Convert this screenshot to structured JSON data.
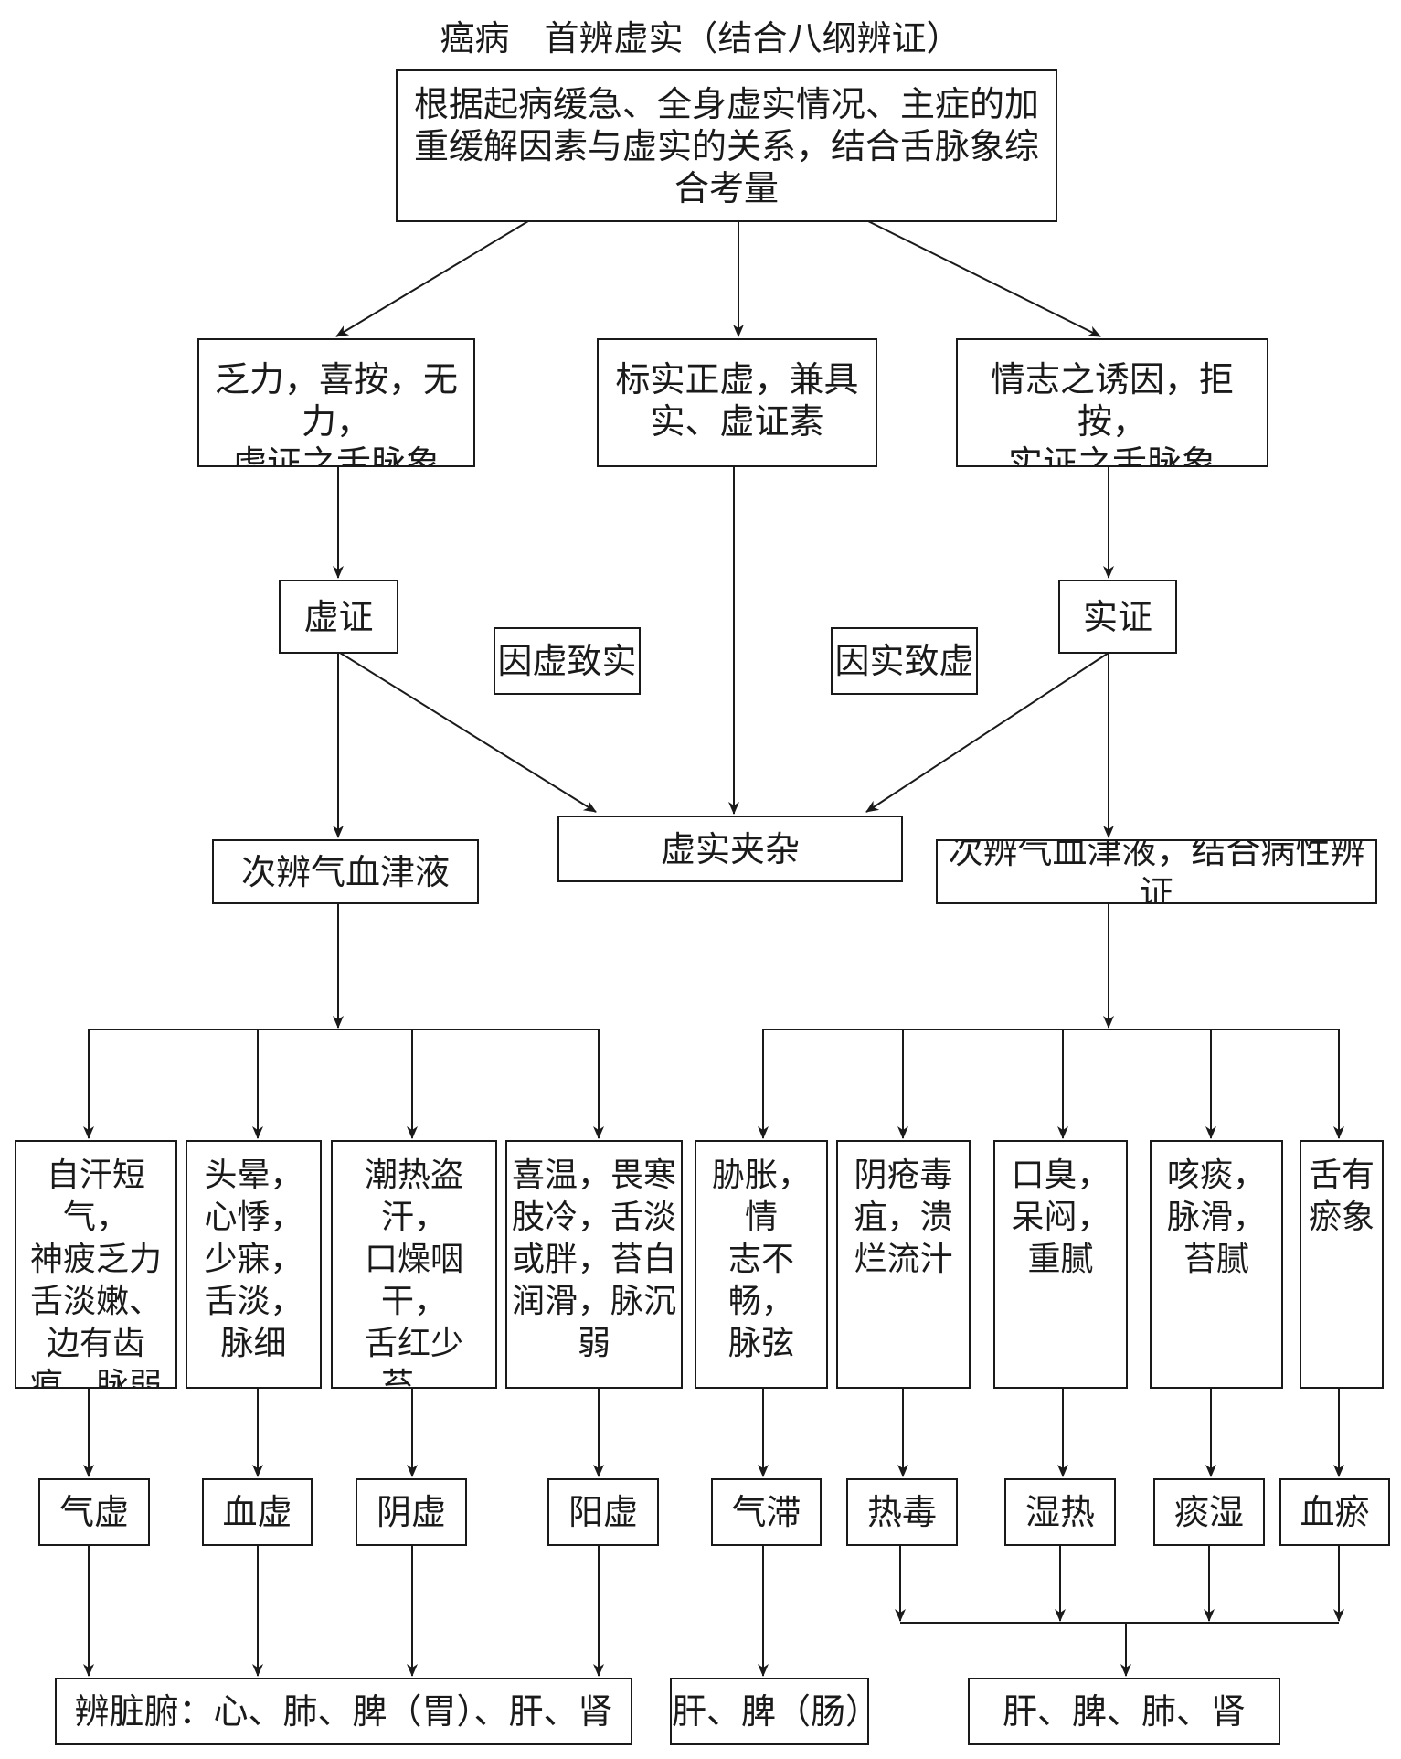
{
  "title": "癌病　首辨虚实（结合八纲辨证）",
  "nodes": {
    "root": "根据起病缓急、全身虚实情况、主症的加\n重缓解因素与虚实的关系，结合舌脉象综\n合考量",
    "xu_sign": "乏力，喜按，无力，\n虚证之舌脉象",
    "mixed_sign": "标实正虚，兼具\n实、虚证素",
    "shi_sign": "情志之诱因，拒按，\n实证之舌脉象",
    "xuzheng": "虚证",
    "shizheng": "实证",
    "yinxu_zhishi": "因虚致实",
    "yinshi_zhixu": "因实致虚",
    "xushi_jiaza": "虚实夹杂",
    "ciban_left": "次辨气血津液",
    "ciban_right": "次辨气血津液，结合病性辨证",
    "s1": "自汗短气，\n神疲乏力\n舌淡嫩、\n边有齿\n痕，脉弱",
    "s2": "头晕，\n心悸，\n少寐，\n舌淡，\n脉细",
    "s3": "潮热盗汗，\n口燥咽干，\n舌红少苔，\n脉细数",
    "s4": "喜温，畏寒\n肢冷，舌淡\n或胖，苔白\n润滑，脉沉\n弱",
    "s5": "胁胀，情\n志不畅，\n脉弦",
    "s6": "阴疮毒\n疽，溃\n烂流汁",
    "s7": "口臭，\n呆闷，\n重腻",
    "s8": "咳痰，\n脉滑，\n苔腻",
    "s9": "舌有\n瘀象",
    "d1": "气虚",
    "d2": "血虚",
    "d3": "阴虚",
    "d4": "阳虚",
    "d5": "气滞",
    "d6": "热毒",
    "d7": "湿热",
    "d8": "痰湿",
    "d9": "血瘀",
    "organ_left": "辨脏腑：心、肺、脾（胃）、肝、肾",
    "organ_mid": "肝、脾（肠）",
    "organ_right": "肝、脾、肺、肾"
  }
}
